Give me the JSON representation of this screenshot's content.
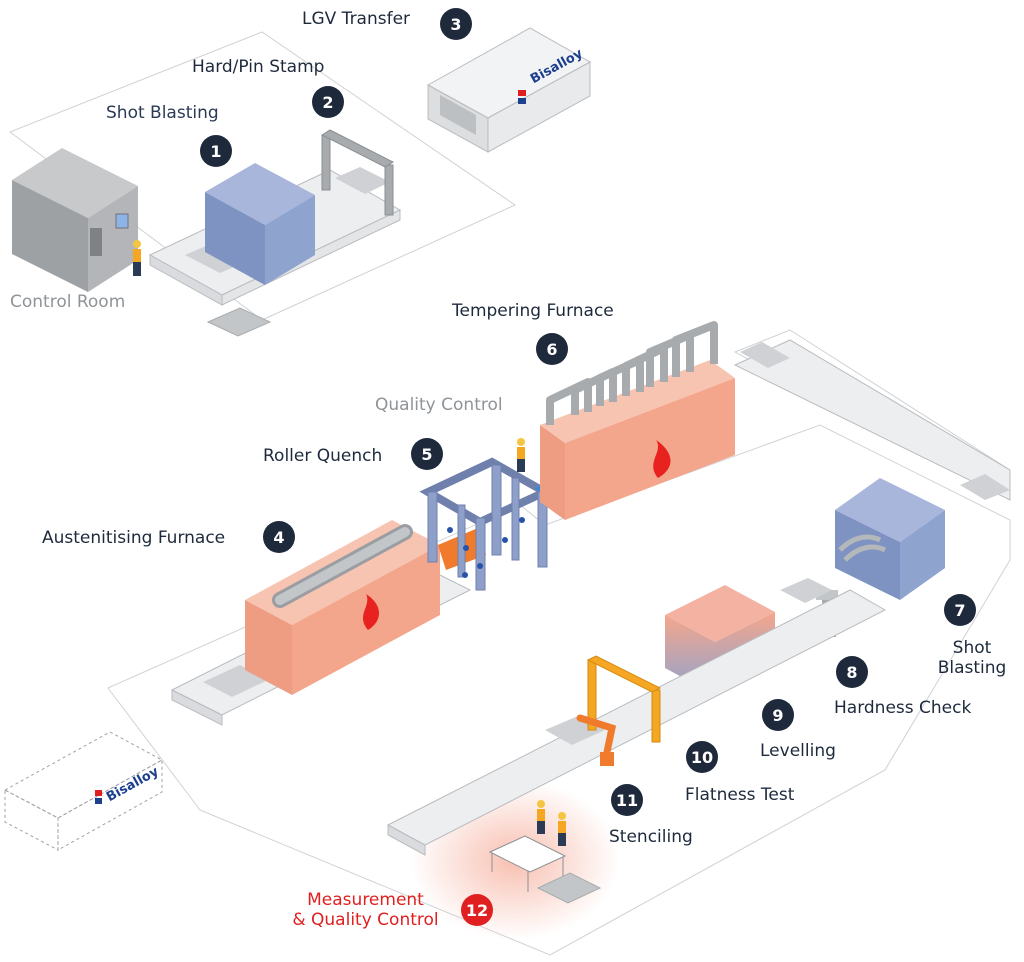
{
  "stations": [
    {
      "num": "1",
      "label": "Shot Blasting"
    },
    {
      "num": "2",
      "label": "Hard/Pin Stamp"
    },
    {
      "num": "3",
      "label": "LGV Transfer"
    },
    {
      "num": "4",
      "label": "Austenitising Furnace"
    },
    {
      "num": "5",
      "label": "Roller Quench"
    },
    {
      "num": "6",
      "label": "Tempering Furnace"
    },
    {
      "num": "7",
      "label_line1": "Shot",
      "label_line2": "Blasting"
    },
    {
      "num": "8",
      "label": "Hardness Check"
    },
    {
      "num": "9",
      "label": "Levelling"
    },
    {
      "num": "10",
      "label": "Flatness Test"
    },
    {
      "num": "11",
      "label": "Stenciling"
    },
    {
      "num": "12",
      "label_line1": "Measurement",
      "label_line2": "& Quality Control"
    }
  ],
  "areas": {
    "control_room": "Control Room",
    "quality_control": "Quality Control"
  },
  "brand": {
    "name": "Bisalloy"
  },
  "colors": {
    "furnace": "#f4a68c",
    "blaster": "#8fa3cf",
    "quench_frame": "#8ea0c9",
    "gantry": "#f5a623",
    "badge": "#1e2a3c",
    "badge_highlight": "#e02020",
    "building": "#a5a8ab"
  }
}
